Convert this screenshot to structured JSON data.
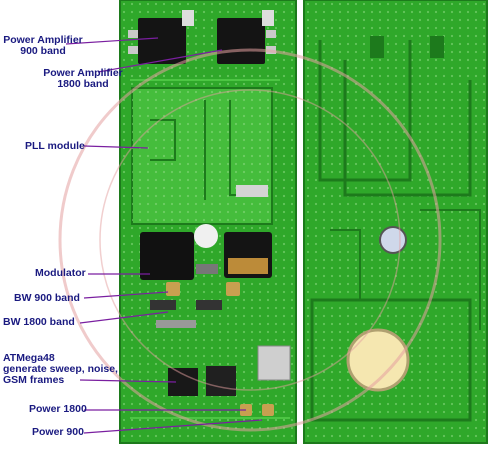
{
  "labels": {
    "pa900": "Power Amplifier\n900 band",
    "pa1800": "Power Amplifier\n1800 band",
    "pll": "PLL module",
    "modulator": "Modulator",
    "bw900": "BW 900 band",
    "bw1800": "BW 1800 band",
    "mcu": "ATMega48\ngenerate sweep, noise,\nGSM frames",
    "power1800": "Power 1800",
    "power900": "Power 900"
  },
  "colors": {
    "board": "#2fa82a",
    "board_dark": "#1d7a1c",
    "trace": "#4cc543",
    "label": "#1a1a80",
    "leader": "#7a1fa0",
    "stamp": "#e3a0a0"
  }
}
